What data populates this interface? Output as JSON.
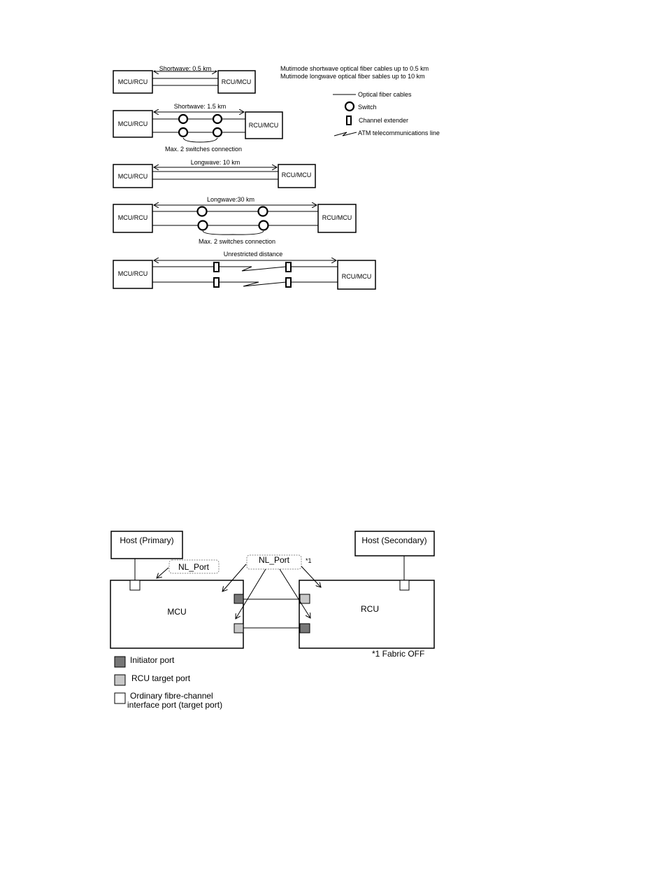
{
  "fig1": {
    "legend": {
      "note_line1": "Mutimode shortwave optical fiber cables up to 0.5 km",
      "note_line2": "Mutimode longwave optical fiber sables up to 10 km",
      "fiber": "Optical fiber cables",
      "switch": "Switch",
      "extender": "Channel extender",
      "atm": "ATM telecommunications line"
    },
    "rows": [
      {
        "left": "MCU/RCU",
        "right": "RCU/MCU",
        "distance": "Shortwave: 0.5 km"
      },
      {
        "left": "MCU/RCU",
        "right": "RCU/MCU",
        "distance": "Shortwave: 1.5 km",
        "note": "Max. 2 switches connection"
      },
      {
        "left": "MCU/RCU",
        "right": "RCU/MCU",
        "distance": "Longwave: 10 km"
      },
      {
        "left": "MCU/RCU",
        "right": "RCU/MCU",
        "distance": "Longwave:30 km",
        "note": "Max. 2 switches connection"
      },
      {
        "left": "MCU/RCU",
        "right": "RCU/MCU",
        "distance": "Unrestricted distance"
      }
    ]
  },
  "fig2": {
    "host_primary": "Host (Primary)",
    "host_secondary": "Host (Secondary)",
    "nl_port_1": "NL_Port",
    "nl_port_2": "NL_Port",
    "footnote_mark": "*1",
    "mcu": "MCU",
    "rcu": "RCU",
    "footnote": "*1 Fabric OFF",
    "legend": {
      "initiator": "Initiator port",
      "rcu_target": "RCU target port",
      "ordinary_line1": "Ordinary fibre-channel",
      "ordinary_line2": "interface port (target port)"
    },
    "colors": {
      "initiator": "#777777",
      "rcu_target": "#c8c8c8",
      "ordinary": "#ffffff"
    }
  }
}
